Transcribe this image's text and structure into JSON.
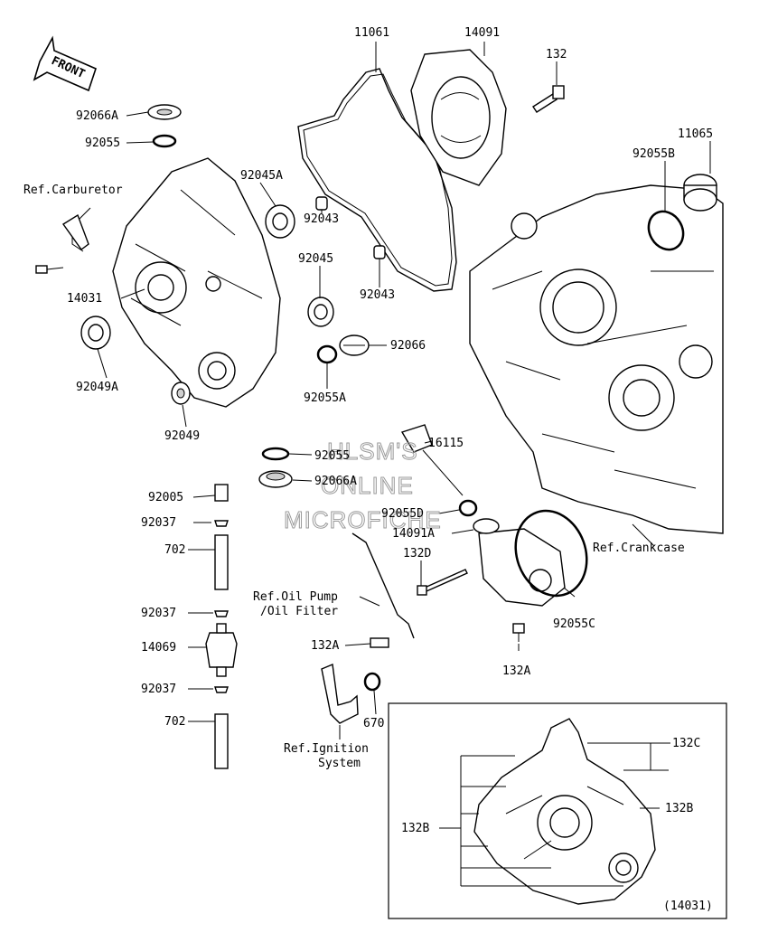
{
  "front_arrow": {
    "label": "FRONT"
  },
  "watermark": {
    "line1": "HLSM'S",
    "line2": "ONLINE",
    "line3": "MICROFICHE"
  },
  "parts": [
    {
      "id": "p-11061",
      "text": "11061"
    },
    {
      "id": "p-14091",
      "text": "14091"
    },
    {
      "id": "p-132-top",
      "text": "132"
    },
    {
      "id": "p-92066A",
      "text": "92066A"
    },
    {
      "id": "p-92055",
      "text": "92055"
    },
    {
      "id": "p-11065",
      "text": "11065"
    },
    {
      "id": "p-92055B",
      "text": "92055B"
    },
    {
      "id": "p-92045A",
      "text": "92045A"
    },
    {
      "id": "p-92043-a",
      "text": "92043"
    },
    {
      "id": "p-92045",
      "text": "92045"
    },
    {
      "id": "p-92043-b",
      "text": "92043"
    },
    {
      "id": "p-14031",
      "text": "14031"
    },
    {
      "id": "p-92066",
      "text": "92066"
    },
    {
      "id": "p-92049A",
      "text": "92049A"
    },
    {
      "id": "p-92055A",
      "text": "92055A"
    },
    {
      "id": "p-92049",
      "text": "92049"
    },
    {
      "id": "p-16115",
      "text": "16115"
    },
    {
      "id": "p-92055-mid",
      "text": "92055"
    },
    {
      "id": "p-92066A-mid",
      "text": "92066A"
    },
    {
      "id": "p-92005",
      "text": "92005"
    },
    {
      "id": "p-92055D",
      "text": "92055D"
    },
    {
      "id": "p-92037-a",
      "text": "92037"
    },
    {
      "id": "p-14091A",
      "text": "14091A"
    },
    {
      "id": "p-702-a",
      "text": "702"
    },
    {
      "id": "p-132D",
      "text": "132D"
    },
    {
      "id": "p-92037-b",
      "text": "92037"
    },
    {
      "id": "p-132A-left",
      "text": "132A"
    },
    {
      "id": "p-92055C",
      "text": "92055C"
    },
    {
      "id": "p-14069",
      "text": "14069"
    },
    {
      "id": "p-132A-right",
      "text": "132A"
    },
    {
      "id": "p-92037-c",
      "text": "92037"
    },
    {
      "id": "p-670",
      "text": "670"
    },
    {
      "id": "p-702-b",
      "text": "702"
    },
    {
      "id": "p-132C",
      "text": "132C"
    },
    {
      "id": "p-132B-right",
      "text": "132B"
    },
    {
      "id": "p-132B-left",
      "text": "132B"
    },
    {
      "id": "p-14031-inset",
      "text": "(14031)"
    }
  ],
  "references": {
    "carburetor": "Ref.Carburetor",
    "crankcase": "Ref.Crankcase",
    "oil_pump_1": "Ref.Oil Pump",
    "oil_pump_2": "/Oil Filter",
    "ignition_1": "Ref.Ignition",
    "ignition_2": "System"
  }
}
